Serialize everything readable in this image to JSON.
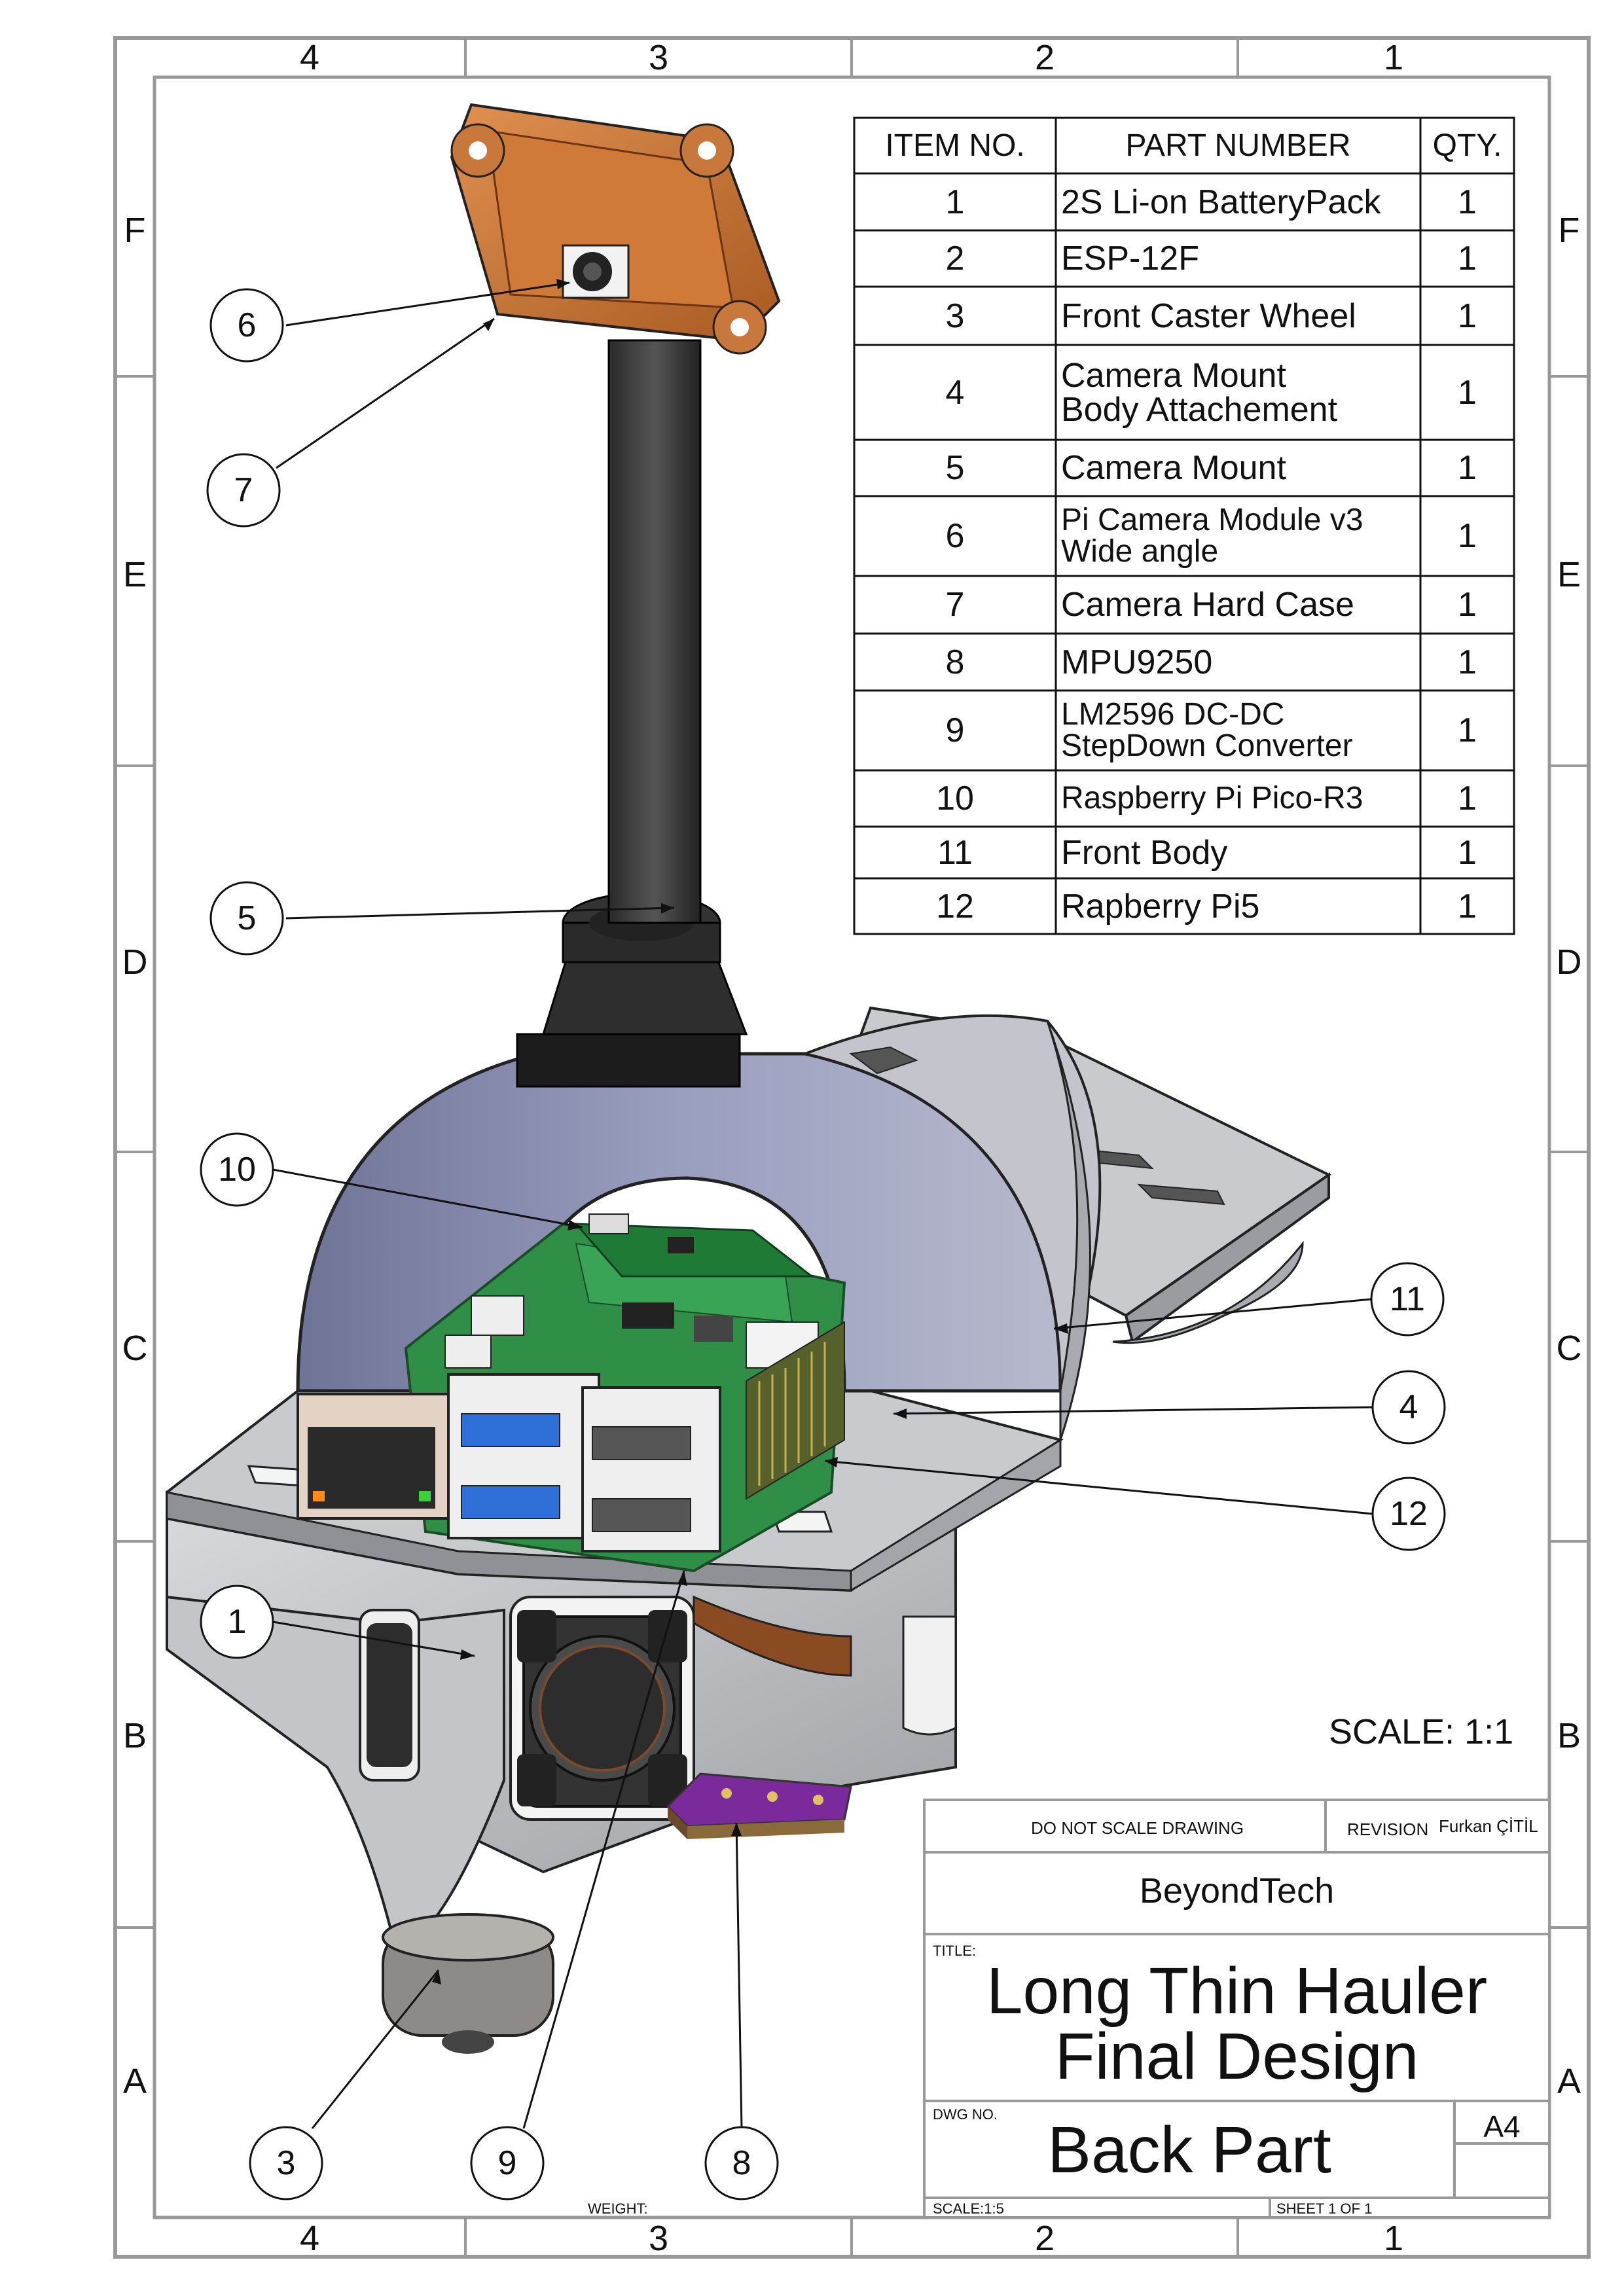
{
  "border": {
    "columns_top": [
      "4",
      "3",
      "2",
      "1"
    ],
    "columns_bottom": [
      "4",
      "3",
      "2",
      "1"
    ],
    "rows_left": [
      "F",
      "E",
      "D",
      "C",
      "B",
      "A"
    ],
    "rows_right": [
      "F",
      "E",
      "D",
      "C",
      "B",
      "A"
    ]
  },
  "bom": {
    "headers": {
      "item": "ITEM NO.",
      "part": "PART NUMBER",
      "qty": "QTY."
    },
    "rows": [
      {
        "item": "1",
        "part": "2S Li-on BatteryPack",
        "qty": "1"
      },
      {
        "item": "2",
        "part": "ESP-12F",
        "qty": "1"
      },
      {
        "item": "3",
        "part": "Front Caster Wheel",
        "qty": "1"
      },
      {
        "item": "4",
        "part": "Camera Mount\nBody Attachement",
        "qty": "1"
      },
      {
        "item": "5",
        "part": "Camera Mount",
        "qty": "1"
      },
      {
        "item": "6",
        "part": "Pi Camera Module v3\nWide angle",
        "qty": "1"
      },
      {
        "item": "7",
        "part": "Camera Hard Case",
        "qty": "1"
      },
      {
        "item": "8",
        "part": "MPU9250",
        "qty": "1"
      },
      {
        "item": "9",
        "part": "LM2596 DC-DC\nStepDown Converter",
        "qty": "1"
      },
      {
        "item": "10",
        "part": "Raspberry Pi Pico-R3",
        "qty": "1"
      },
      {
        "item": "11",
        "part": "Front Body",
        "qty": "1"
      },
      {
        "item": "12",
        "part": "Rapberry Pi5",
        "qty": "1"
      }
    ]
  },
  "balloons": [
    "6",
    "7",
    "5",
    "10",
    "11",
    "4",
    "12",
    "1",
    "3",
    "9",
    "8"
  ],
  "scale_note": "SCALE: 1:1",
  "title_block": {
    "do_not_scale": "DO NOT SCALE DRAWING",
    "revision_label": "REVISION",
    "author": "Furkan ÇİTİL",
    "company": "BeyondTech",
    "title_label": "TITLE:",
    "title_line1": "Long Thin Hauler",
    "title_line2": "Final Design",
    "dwg_label": "DWG NO.",
    "dwg_no": "Back Part",
    "size": "A4",
    "scale": "SCALE:1:5",
    "sheet": "SHEET 1 OF 1",
    "weight": "WEIGHT:"
  },
  "colors": {
    "case_orange": "#c8773a",
    "body_lavender": "#8e92b3",
    "plate_gray": "#bcbec4",
    "pcb_green": "#2f8f46",
    "imu_purple": "#7a2a9a"
  }
}
